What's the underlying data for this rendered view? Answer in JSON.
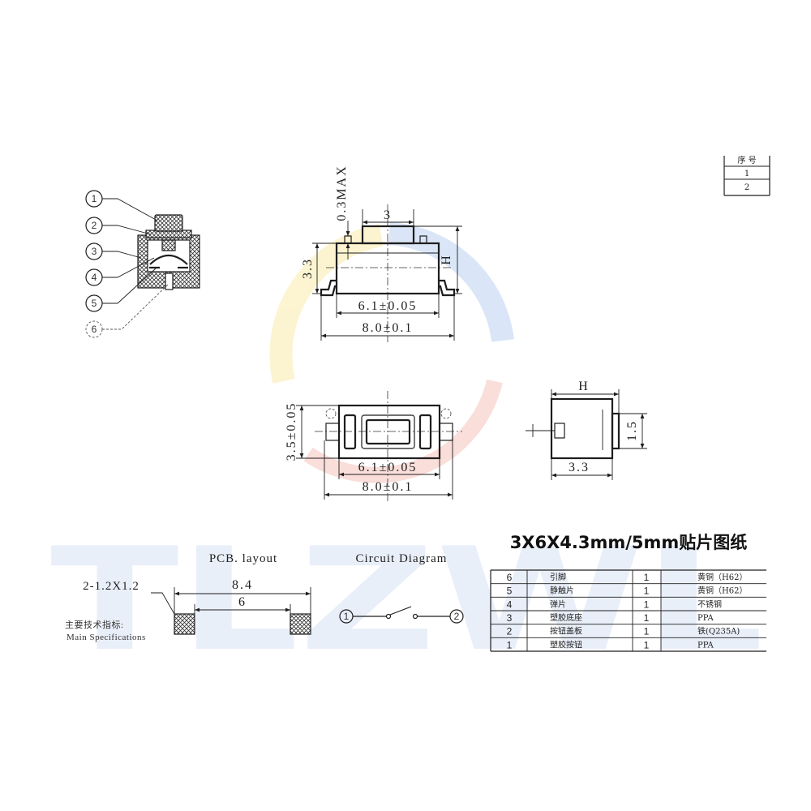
{
  "watermark": "TLZWL",
  "callouts": [
    "1",
    "2",
    "3",
    "4",
    "5",
    "6"
  ],
  "side_view": {
    "top_dim": "3",
    "max_dim": "0.3MAX",
    "height_dim": "3.3",
    "h_dim": "H",
    "inner_width": "6.1±0.05",
    "outer_width": "8.0±0.1"
  },
  "top_view": {
    "height_dim": "3.5±0.05",
    "inner_width": "6.1±0.05",
    "outer_width": "8.0±0.1"
  },
  "end_view": {
    "h_dim": "H",
    "button_dim": "1.5",
    "depth_dim": "3.3"
  },
  "corner_table": {
    "header": "序 号",
    "rows": [
      "1",
      "2"
    ]
  },
  "pcb": {
    "title": "PCB. layout",
    "pad_spec": "2-1.2X1.2",
    "outer_span": "8.4",
    "inner_span": "6"
  },
  "specs": {
    "label_cn": "主要技术指标:",
    "label_en": "Main Specifications"
  },
  "circuit": {
    "title": "Circuit Diagram",
    "terminal_a": "1",
    "terminal_b": "2"
  },
  "bom": {
    "title": "3X6X4.3mm/5mm贴片图纸",
    "rows": [
      {
        "no": "6",
        "name": "引脚",
        "qty": "1",
        "material": "黄铜（H62）"
      },
      {
        "no": "5",
        "name": "静触片",
        "qty": "1",
        "material": "黄铜（H62）"
      },
      {
        "no": "4",
        "name": "弹片",
        "qty": "1",
        "material": "不锈钢"
      },
      {
        "no": "3",
        "name": "塑胶底座",
        "qty": "1",
        "material": "PPA"
      },
      {
        "no": "2",
        "name": "按钮盖板",
        "qty": "1",
        "material": "铁(Q235A)"
      },
      {
        "no": "1",
        "name": "塑胶按钮",
        "qty": "1",
        "material": "PPA"
      }
    ]
  }
}
